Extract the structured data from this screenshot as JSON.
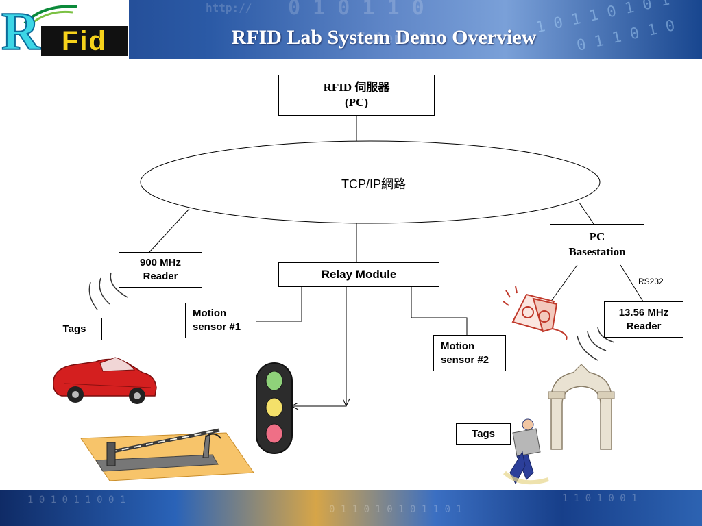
{
  "header": {
    "title": "RFID Lab System Demo Overview",
    "logo_text": "Fid",
    "logo_initial": "R"
  },
  "diagram": {
    "server": {
      "line1": "RFID 伺服器",
      "line2": "(PC)"
    },
    "network": {
      "label": "TCP/IP網路"
    },
    "reader_900": {
      "line1": "900 MHz",
      "line2": "Reader"
    },
    "relay": {
      "label": "Relay Module"
    },
    "pc_base": {
      "line1": "PC",
      "line2": "Basestation"
    },
    "rs232": {
      "label": "RS232"
    },
    "reader_1356": {
      "line1": "13.56 MHz",
      "line2": "Reader"
    },
    "motion1": {
      "line1": "Motion",
      "line2": "sensor #1"
    },
    "motion2": {
      "line1": "Motion",
      "line2": "sensor #2"
    },
    "tags_left": {
      "label": "Tags"
    },
    "tags_right": {
      "label": "Tags"
    }
  },
  "colors": {
    "header_blue": "#2b5aa6",
    "car_red": "#d41f1f",
    "light_green": "#8fd27a",
    "light_yellow": "#f4e06a",
    "light_red": "#ef6f86",
    "alarm_red": "#c0392b",
    "gate_stone": "#e9e2d2",
    "barrier_pad": "#f7c46a"
  },
  "icons": [
    "car-illustration",
    "traffic-light-illustration",
    "parking-barrier-illustration",
    "alarm-device-illustration",
    "archway-gate-illustration",
    "delivery-person-illustration",
    "rfid-wave-icon"
  ]
}
